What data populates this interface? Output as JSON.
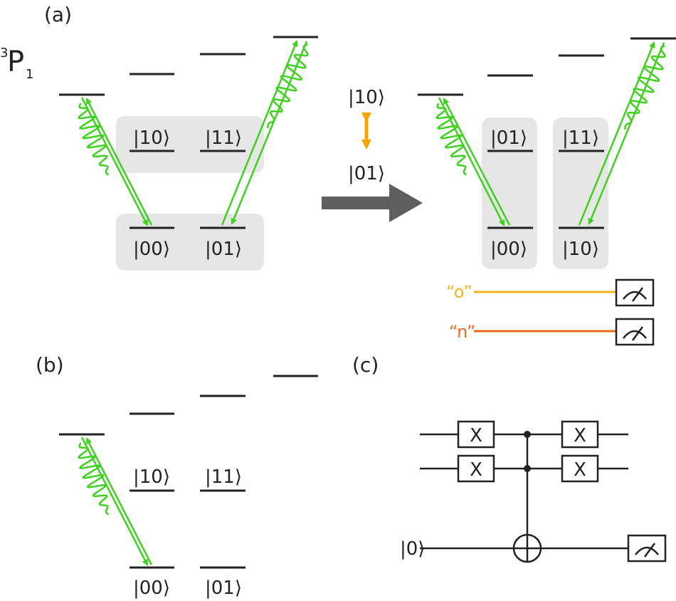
{
  "panel_labels": {
    "a": "(a)",
    "b": "(b)",
    "c": "(c)"
  },
  "state_label": {
    "sup": "3",
    "main": "P",
    "sub": "1"
  },
  "kets": {
    "a_left": {
      "s10": "|10⟩",
      "s11": "|11⟩",
      "s00": "|00⟩",
      "s01": "|01⟩"
    },
    "swap": {
      "top": "|10⟩",
      "bottom": "|01⟩"
    },
    "a_right": {
      "s01": "|01⟩",
      "s11": "|11⟩",
      "s00": "|00⟩",
      "s10": "|10⟩"
    },
    "b": {
      "s10": "|10⟩",
      "s11": "|11⟩",
      "s00": "|00⟩",
      "s01": "|01⟩"
    },
    "c_ancilla": "|0⟩"
  },
  "readout": {
    "o_label": "“o”",
    "n_label": "“n”"
  },
  "gates": {
    "x_label": "X"
  },
  "colors": {
    "laser": "#3fd11f",
    "swap_arrow": "#f5a500",
    "o_line": "#f2b41c",
    "n_line": "#ea6a1e",
    "shading": "#e6e6e6",
    "big_arrow": "#5e5e5e"
  },
  "icons": {
    "photon": "wavy-photon-icon",
    "swap": "double-arrow-icon",
    "transition": "big-right-arrow-icon",
    "meter": "measurement-meter-icon"
  }
}
